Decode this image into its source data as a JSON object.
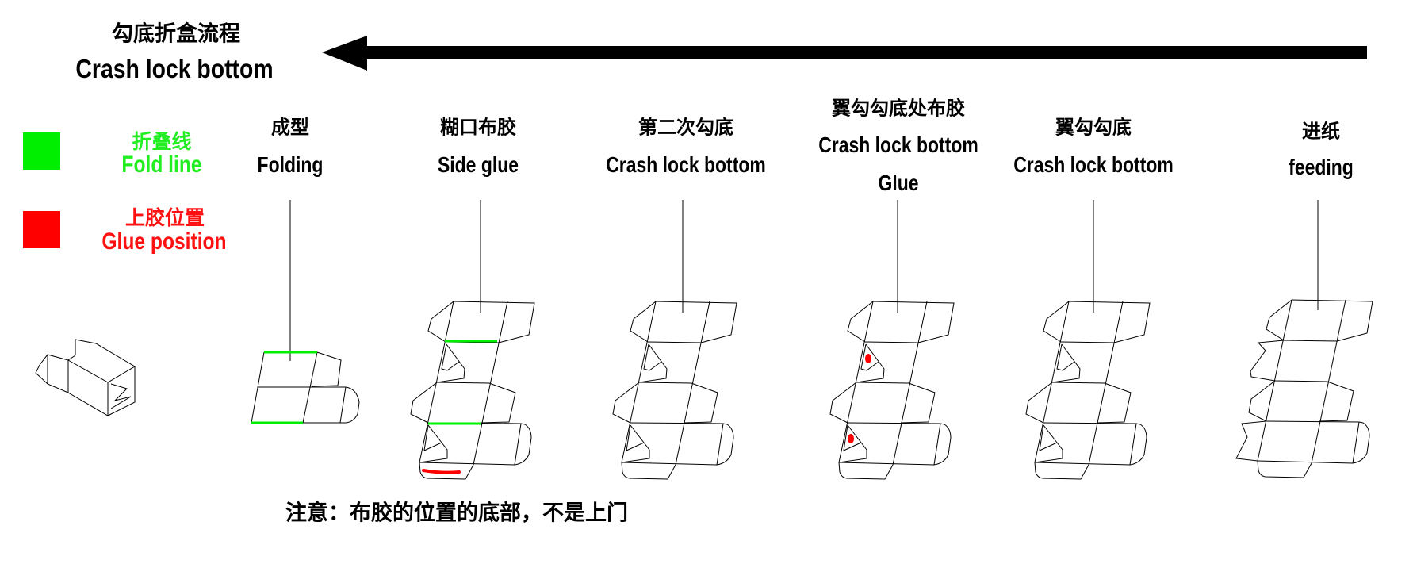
{
  "header": {
    "title_cn": "勾底折盒流程",
    "title_en": "Crash lock bottom"
  },
  "legend": {
    "fold_line": {
      "cn": "折叠线",
      "en": "Fold line",
      "color": "#00ee00"
    },
    "glue_position": {
      "cn": "上胶位置",
      "en": "Glue position",
      "color": "#ff0000"
    }
  },
  "steps": [
    {
      "cn": "成型",
      "en": "Folding"
    },
    {
      "cn": "糊口布胶",
      "en": "Side glue"
    },
    {
      "cn": "第二次勾底",
      "en": "Crash lock bottom"
    },
    {
      "cn": "翼勾勾底处布胶",
      "en": "Crash lock bottom",
      "en2": "Glue"
    },
    {
      "cn": "翼勾勾底",
      "en": "Crash lock bottom"
    },
    {
      "cn": "进纸",
      "en": "feeding"
    }
  ],
  "note": "注意：布胶的位置的底部，不是上门",
  "flow_direction": "right-to-left"
}
